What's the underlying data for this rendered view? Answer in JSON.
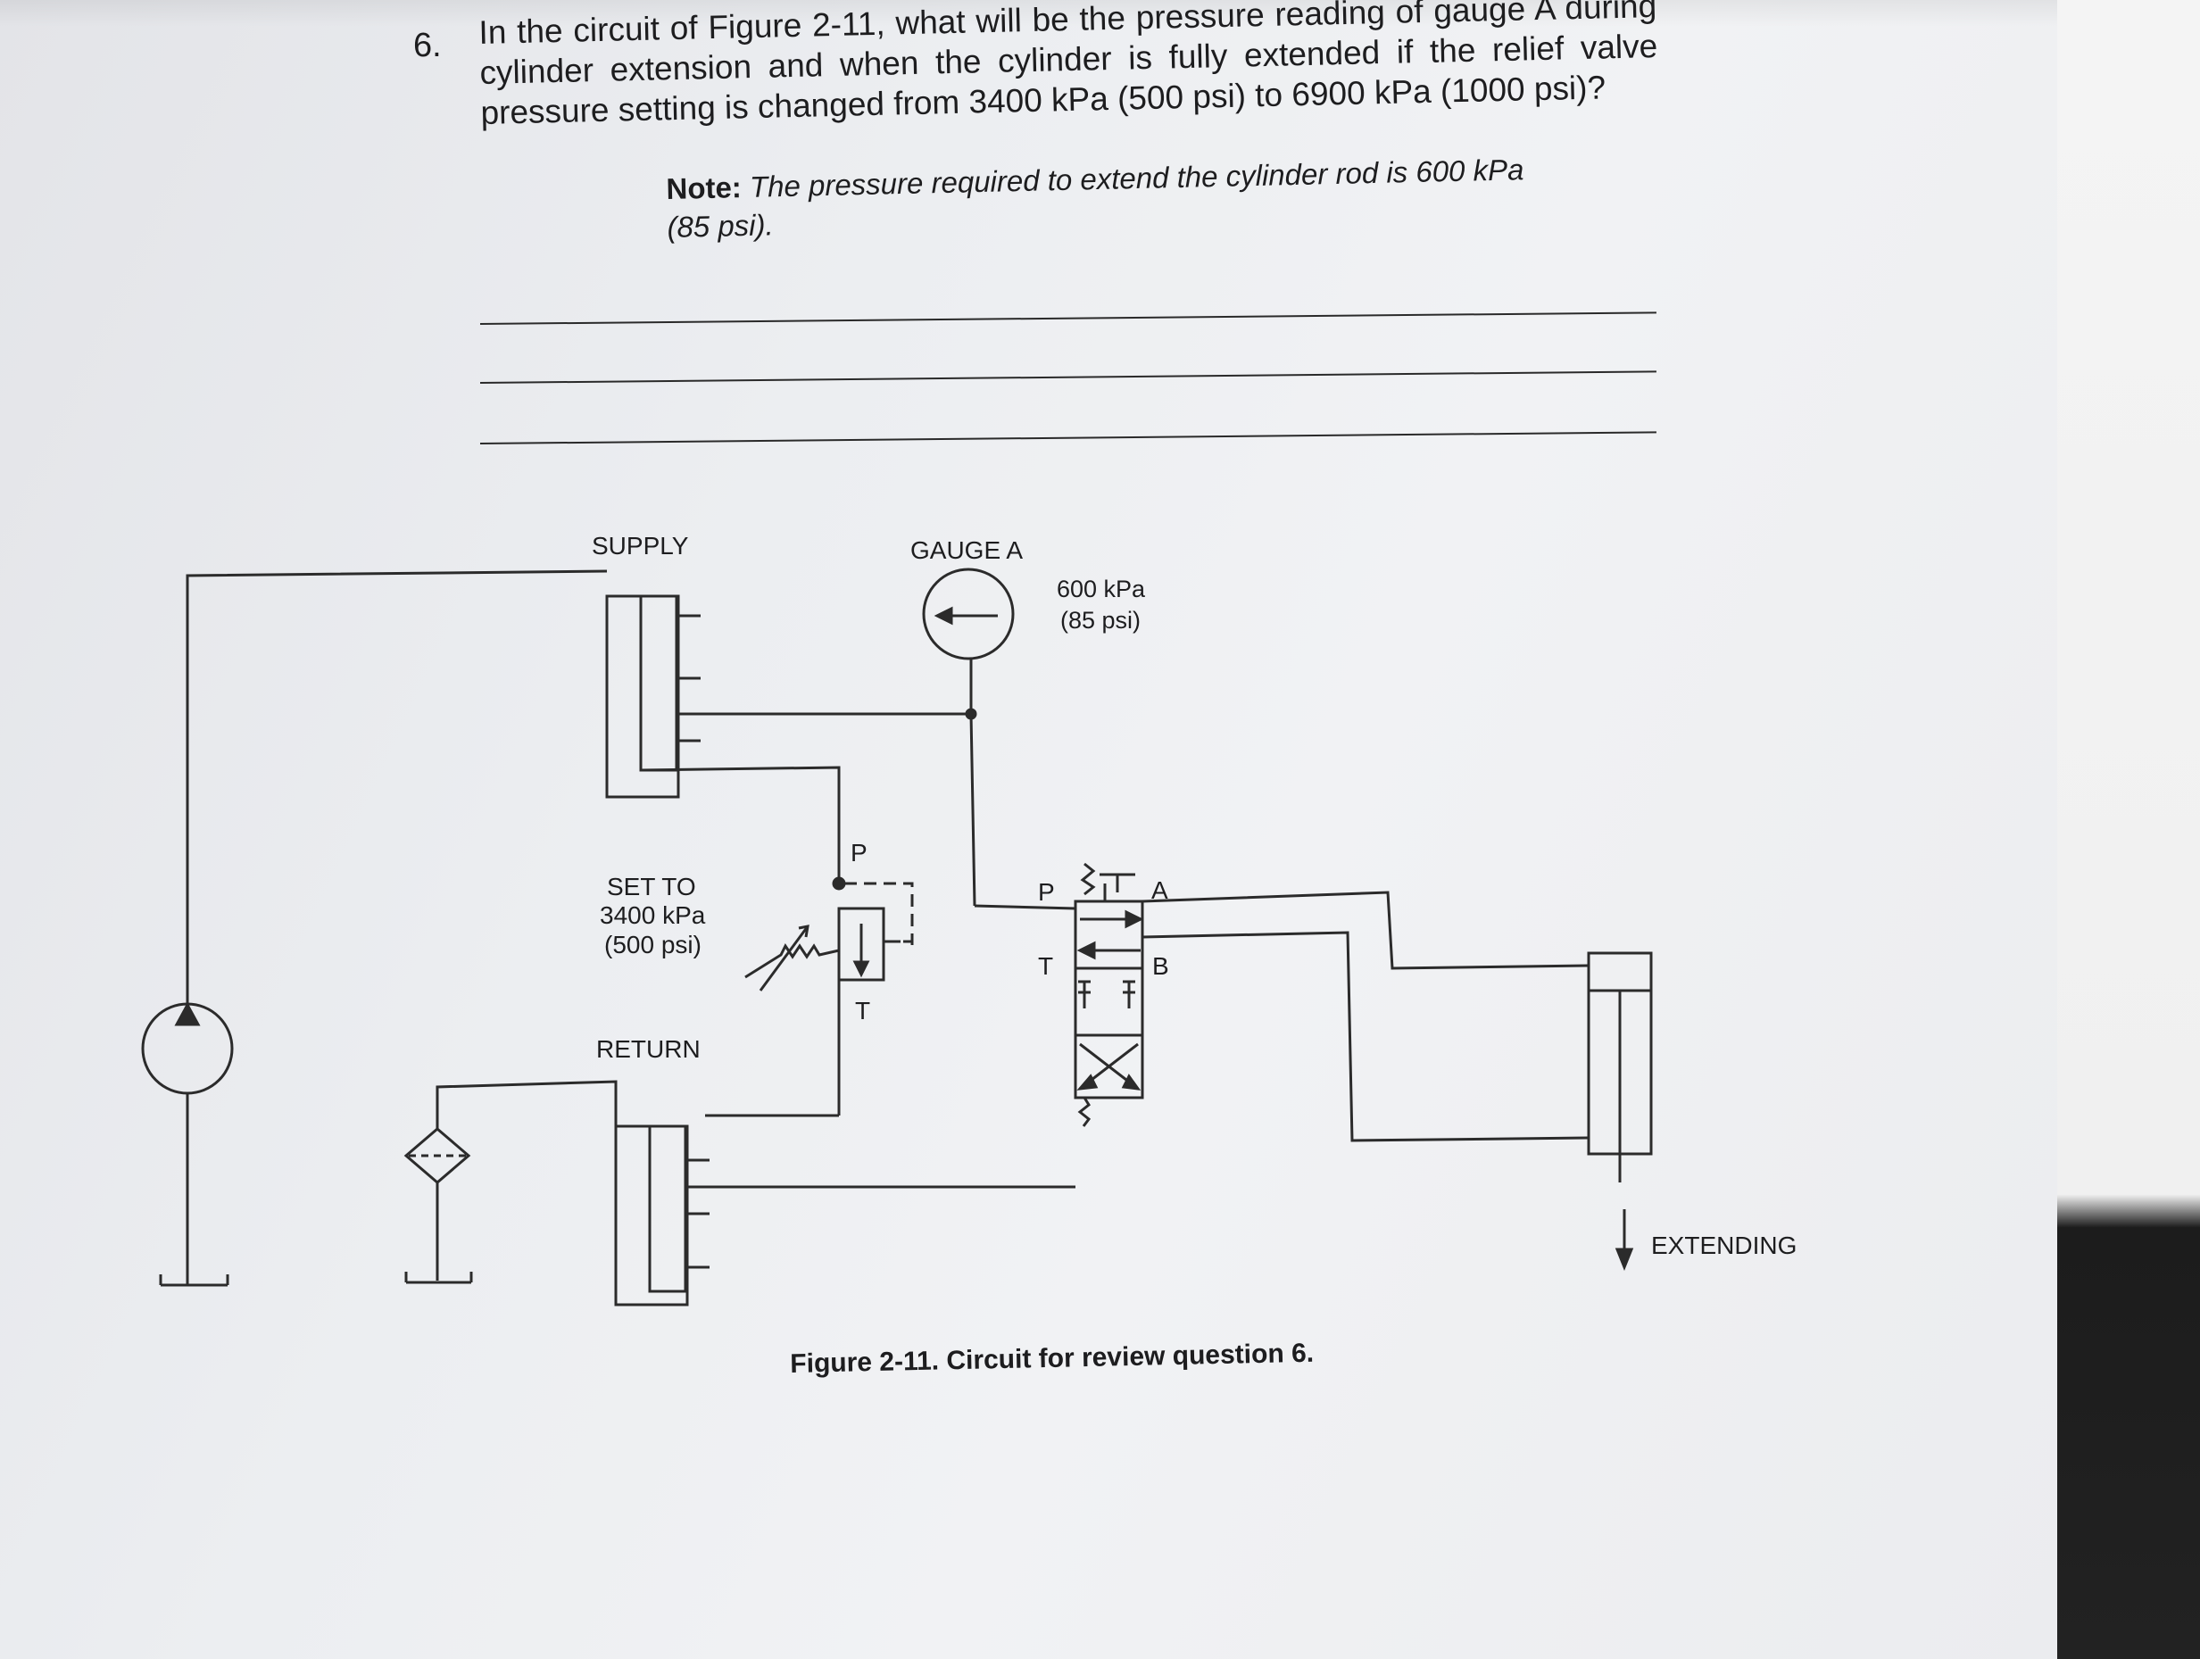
{
  "question": {
    "number": "6.",
    "text": "In the circuit of Figure 2-11, what will be the pressure reading of gauge A during cylinder extension and when the cylinder is fully extended if the relief valve pressure setting is changed from 3400 kPa (500 psi) to 6900 kPa (1000 psi)?",
    "note_label": "Note:",
    "note_text": "The pressure required to extend the cylinder rod is 600 kPa (85 psi)."
  },
  "figure": {
    "supply": "SUPPLY",
    "gauge_label": "GAUGE A",
    "gauge_value_kpa": "600 kPa",
    "gauge_value_psi": "(85 psi)",
    "relief_p": "P",
    "relief_t": "T",
    "relief_set_1": "SET TO",
    "relief_set_2": "3400 kPa",
    "relief_set_3": "(500 psi)",
    "return": "RETURN",
    "valve_p": "P",
    "valve_t": "T",
    "valve_a": "A",
    "valve_b": "B",
    "extending": "EXTENDING",
    "caption": "Figure 2-11. Circuit for review question 6."
  }
}
